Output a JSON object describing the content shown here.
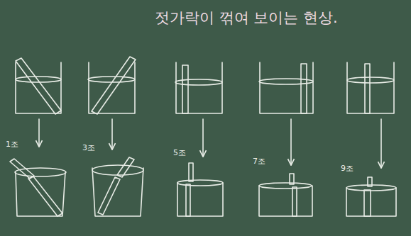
{
  "diagram": {
    "title": "젓가락이 꺾여 보이는 현상.",
    "labels": [
      "1조",
      "3조",
      "5조",
      "7조",
      "9조"
    ]
  }
}
